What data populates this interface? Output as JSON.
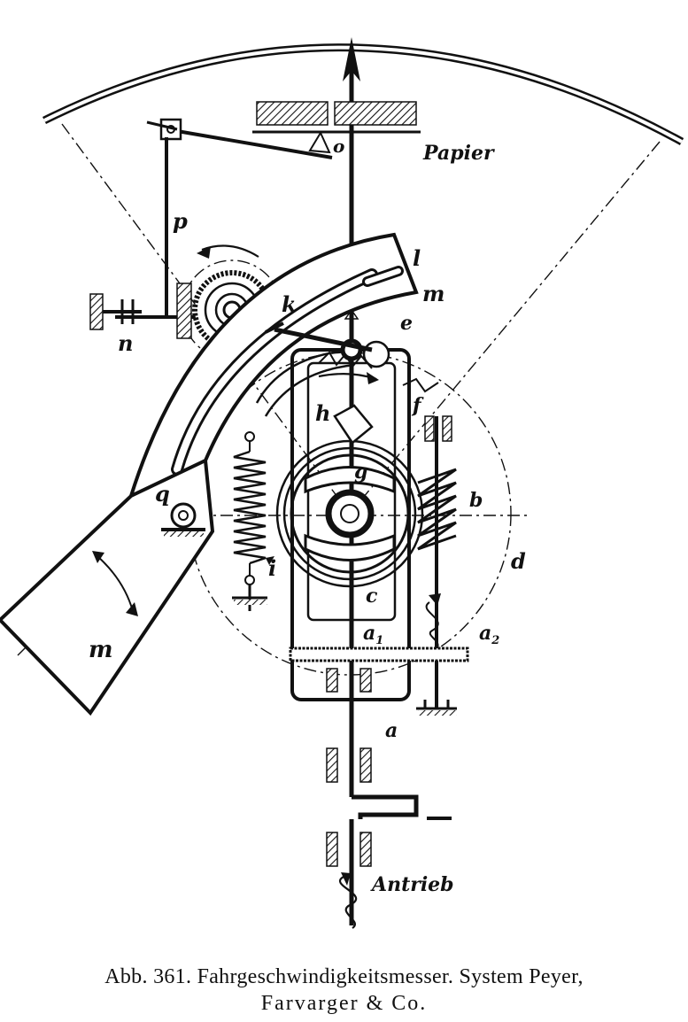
{
  "labels": {
    "papier": "Papier",
    "o": "o",
    "p": "p",
    "l": "l",
    "m_top": "m",
    "k": "k",
    "e": "e",
    "n": "n",
    "f": "f",
    "h": "h",
    "g": "g",
    "q": "q",
    "b": "b",
    "i": "i",
    "d": "d",
    "c": "c",
    "m_arm": "m",
    "a1": "a",
    "a1_sub": "1",
    "a2": "a",
    "a2_sub": "2",
    "a": "a",
    "antrieb": "Antrieb"
  },
  "caption": {
    "line1": "Abb. 361. Fahrgeschwindigkeitsmesser. System Peyer,",
    "line2": "Farvarger & Co."
  }
}
